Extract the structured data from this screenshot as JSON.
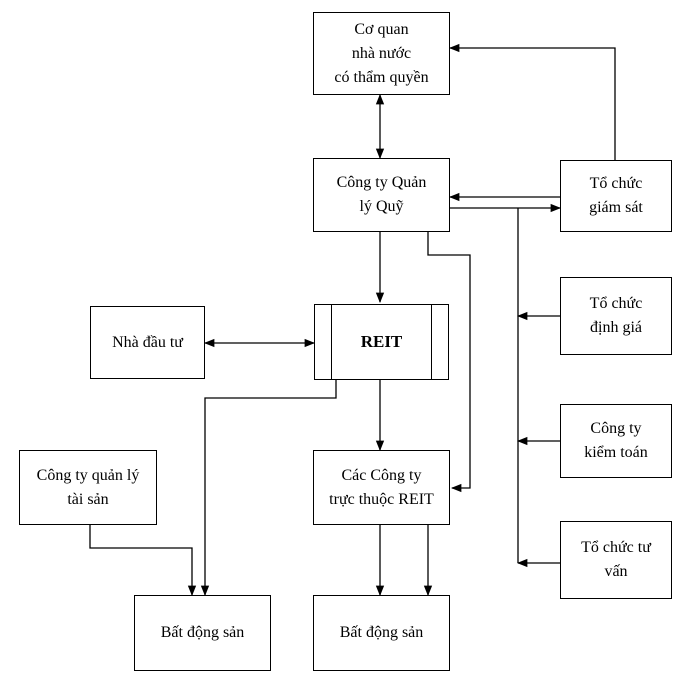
{
  "nodes": {
    "authority": {
      "lines": [
        "Cơ quan",
        "nhà nước",
        "có thẩm quyền"
      ]
    },
    "fund_manager": {
      "lines": [
        "Công ty Quản",
        "lý Quỹ"
      ]
    },
    "supervisor": {
      "lines": [
        "Tổ chức",
        "giám sát"
      ]
    },
    "valuer": {
      "lines": [
        "Tổ chức",
        "định giá"
      ]
    },
    "investor": {
      "lines": [
        "Nhà đầu tư"
      ]
    },
    "reit": {
      "lines": [
        "REIT"
      ]
    },
    "auditor": {
      "lines": [
        "Công ty",
        "kiểm toán"
      ]
    },
    "asset_manager": {
      "lines": [
        "Công ty quản lý",
        "tài sản"
      ]
    },
    "subsidiaries": {
      "lines": [
        "Các Công ty",
        "trực thuộc REIT"
      ]
    },
    "consultant": {
      "lines": [
        "Tổ chức tư",
        "vấn"
      ]
    },
    "real_estate_left": {
      "lines": [
        "Bất động sản"
      ]
    },
    "real_estate_right": {
      "lines": [
        "Bất động sản"
      ]
    }
  },
  "colors": {
    "line": "#000000",
    "box_border": "#000000",
    "background": "#ffffff",
    "text": "#000000"
  }
}
